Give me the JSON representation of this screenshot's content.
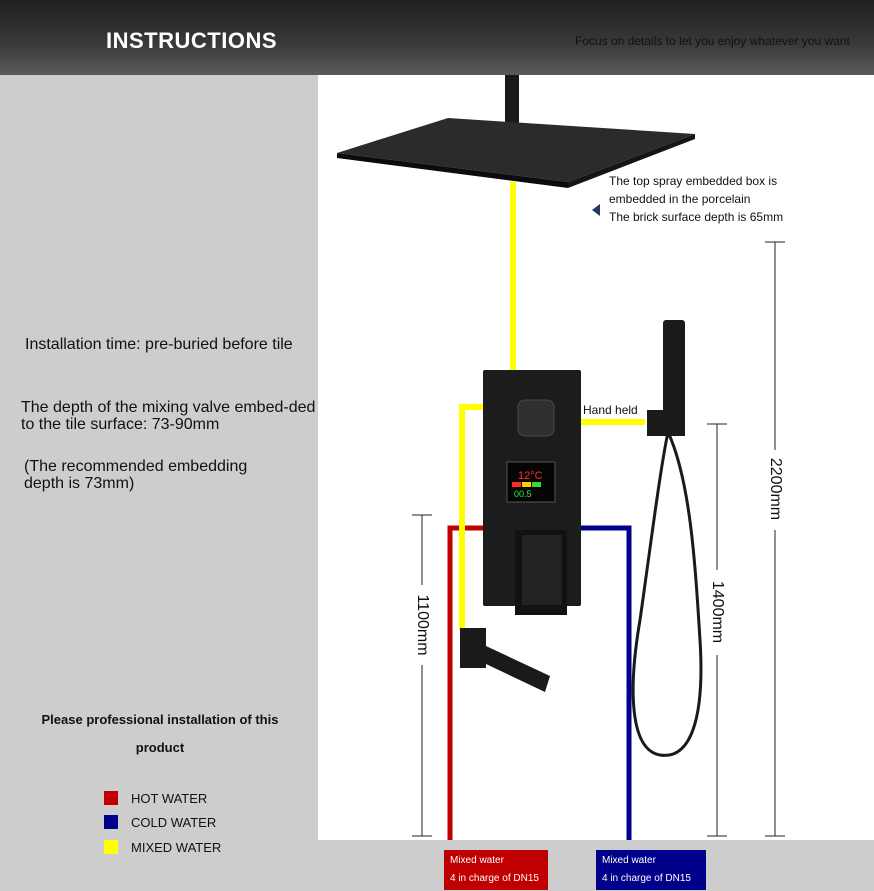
{
  "header": {
    "title": "INSTRUCTIONS",
    "tagline": "Focus on details to let you enjoy whatever you want"
  },
  "info": {
    "installation_time": "Installation time: pre-buried before tile",
    "depth": "The depth of the mixing valve embed-ded to the tile surface: 73-90mm",
    "recommended": "(The recommended embedding depth is 73mm)"
  },
  "note": "Please professional installation of this product",
  "legend": [
    {
      "label": "HOT WATER",
      "color": "#c00000"
    },
    {
      "label": "COLD WATER",
      "color": "#00008b"
    },
    {
      "label": "MIXED WATER",
      "color": "#ffff00"
    }
  ],
  "callout": {
    "line1": "The top spray embedded box is",
    "line2": "embedded in the porcelain",
    "line3": "The brick surface depth is 65mm"
  },
  "hand_held": "Hand held",
  "display": {
    "temp": "12°C",
    "flow": "00.5"
  },
  "dimensions": {
    "total": "2200mm",
    "handheld": "1400mm",
    "tub": "1100mm"
  },
  "bubbles": [
    {
      "line1": "Mixed water",
      "line2": "4 in charge of DN15",
      "color": "#c00000"
    },
    {
      "line1": "Mixed water",
      "line2": "4 in charge of DN15",
      "color": "#00008b"
    }
  ],
  "colors": {
    "hot": "#c00000",
    "cold": "#00008b",
    "mixed": "#ffff00",
    "fixture": "#1a1a1a"
  }
}
